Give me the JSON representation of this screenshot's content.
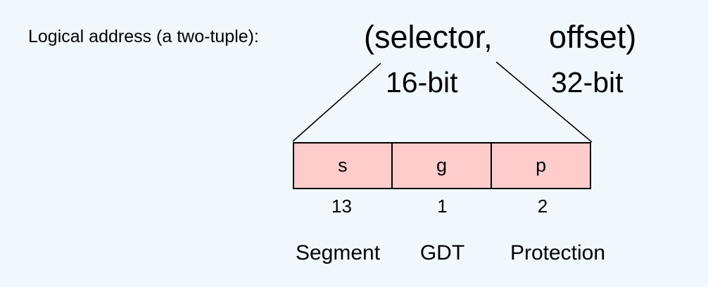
{
  "slide": {
    "background_color": "#f0f8fd",
    "text_color": "#000000",
    "accent_fill": "#ffcccc",
    "border_color": "#000000"
  },
  "heading": {
    "caption": "Logical address (a two-tuple):",
    "tuple_first": "(selector,",
    "tuple_second": "offset)",
    "width_first": "16-bit",
    "width_second": "32-bit"
  },
  "selector_fields": [
    {
      "symbol": "s",
      "bits": "13",
      "name": "Segment"
    },
    {
      "symbol": "g",
      "bits": "1",
      "name": "GDT"
    },
    {
      "symbol": "p",
      "bits": "2",
      "name": "Protection"
    }
  ]
}
